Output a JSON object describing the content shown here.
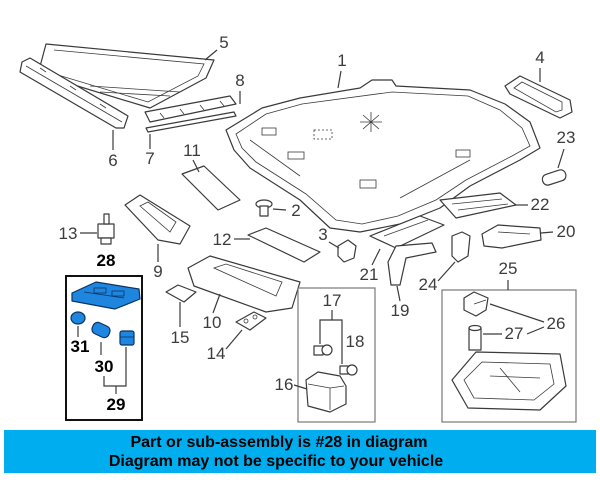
{
  "diagram": {
    "callouts": [
      "1",
      "2",
      "3",
      "4",
      "5",
      "6",
      "7",
      "8",
      "9",
      "10",
      "11",
      "12",
      "13",
      "14",
      "15",
      "16",
      "17",
      "18",
      "19",
      "20",
      "21",
      "22",
      "23",
      "24",
      "25",
      "26",
      "27",
      "28",
      "29",
      "30",
      "31"
    ]
  },
  "banner": {
    "line1": "Part or sub-assembly is #28 in diagram",
    "line2": "Diagram may not be specific to your vehicle"
  },
  "colors": {
    "banner_background": "#00aeef",
    "highlighted_part": "#1f86e0",
    "line": "#3a3a3a"
  }
}
